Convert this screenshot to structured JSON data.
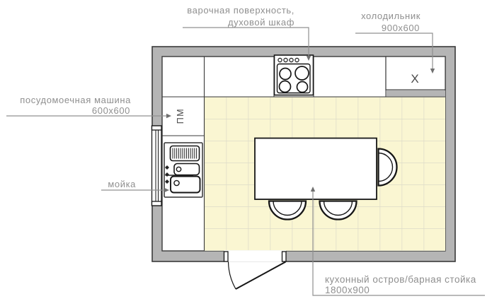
{
  "labels": {
    "cooktop_oven": {
      "line1": "варочная поверхность,",
      "line2": "духовой шкаф"
    },
    "fridge": {
      "name": "холодильник",
      "size": "900x600"
    },
    "dishwasher": {
      "name": "посудомоечная машина",
      "size": "600x600"
    },
    "sink": {
      "name": "мойка"
    },
    "island": {
      "name": "кухонный остров/барная стойка",
      "size": "1800x900"
    }
  },
  "plan_marks": {
    "dishwasher_abbr": "ПМ",
    "fridge_mark": "X"
  },
  "colors": {
    "wall_fill": "#b5b5b5",
    "floor_tile": "#faf6d2",
    "tile_grout": "#dcdbc8",
    "label_text": "#8f8f8f",
    "furniture_line": "#161616"
  }
}
